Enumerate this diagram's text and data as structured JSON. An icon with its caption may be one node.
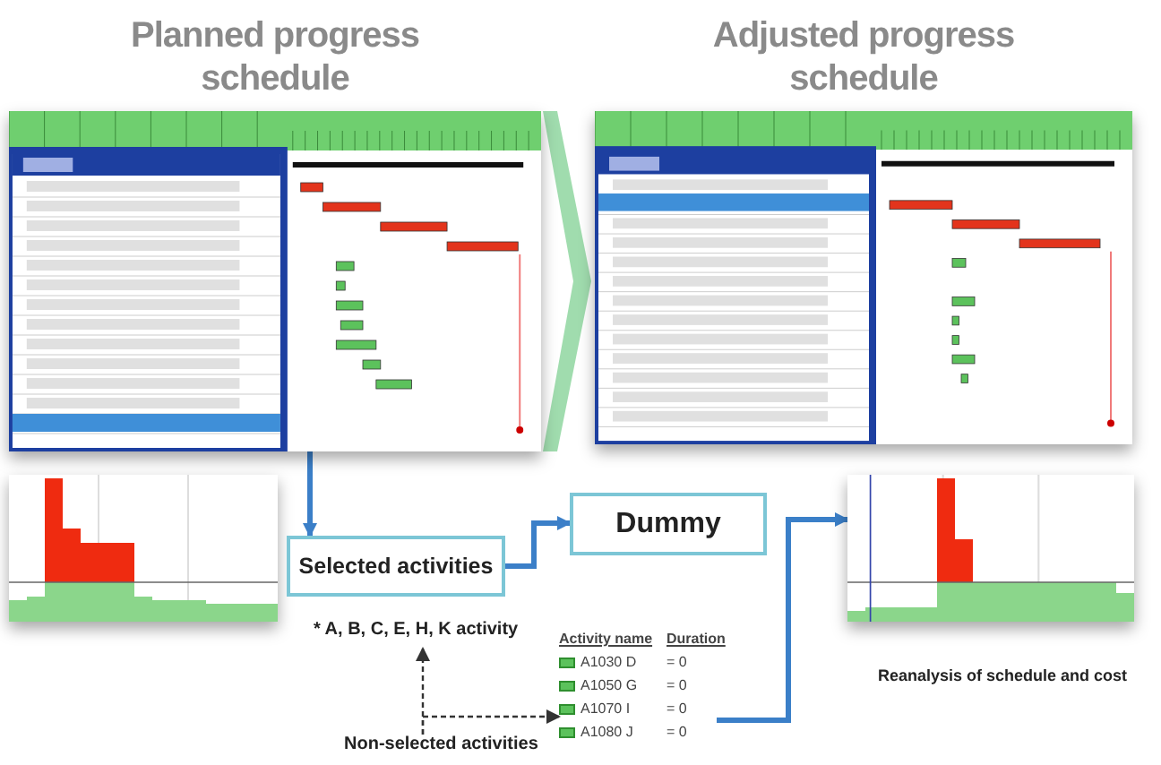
{
  "diagram": {
    "nodes": [
      {
        "text": [
          "Planned progress schedule"
        ]
      },
      {
        "text": [
          "Adjusted progress schedule"
        ]
      },
      {
        "text": [],
        "shape": "picture"
      },
      {
        "text": [
          "Selected activities"
        ],
        "beside": [
          "* A, B, C, E, H, K activity"
        ]
      },
      {
        "text": [
          "Dummy"
        ]
      },
      {
        "text": [
          "Non-selected activities"
        ]
      },
      {
        "text": [
          "Activity name",
          "Duration",
          "A1030 D",
          "= 0",
          "A1050 G",
          "= 0",
          "A1070 I",
          "= 0",
          "A1080 J",
          "= 0"
        ]
      },
      {
        "text": [],
        "shape": "picture",
        "beside": [
          "Reanalysis of schedule and cost"
        ]
      }
    ],
    "edges": [
      {
        "from": 0,
        "to": 3,
        "arrow": "to"
      },
      {
        "from": 3,
        "to": 4,
        "arrow": "to"
      },
      {
        "from": 6,
        "to": 7,
        "arrow": "to"
      },
      {
        "from": 5,
        "to": 3,
        "arrow": "to",
        "style": "dashed",
        "color": "#333333"
      },
      {
        "from": 5,
        "to": 6,
        "arrow": "to",
        "style": "dashed",
        "color": "#333333"
      },
      {
        "from": 0,
        "to": 1,
        "arrow": "to",
        "style": "thick",
        "color": "#8fd6a0"
      }
    ]
  }
}
